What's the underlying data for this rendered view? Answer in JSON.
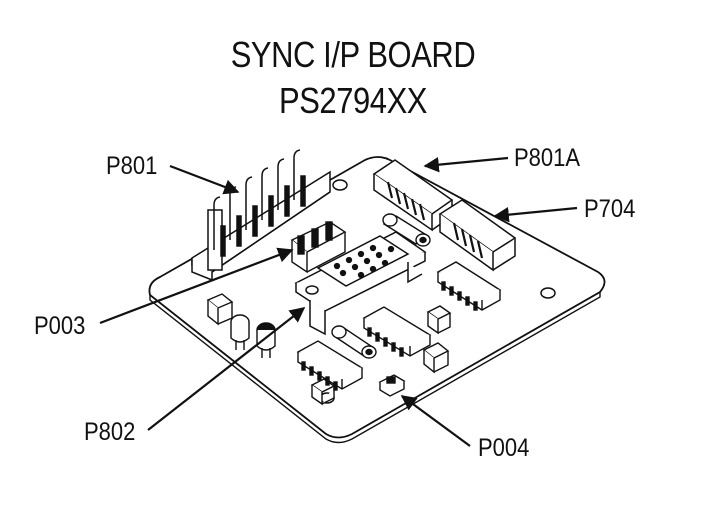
{
  "title": {
    "line1": "SYNC I/P BOARD",
    "line2": "PS2794XX"
  },
  "callouts": {
    "p801": "P801",
    "p801a": "P801A",
    "p704": "P704",
    "p003": "P003",
    "p802": "P802",
    "p004": "P004"
  },
  "colors": {
    "ink": "#111111",
    "board": "#ffffff"
  }
}
